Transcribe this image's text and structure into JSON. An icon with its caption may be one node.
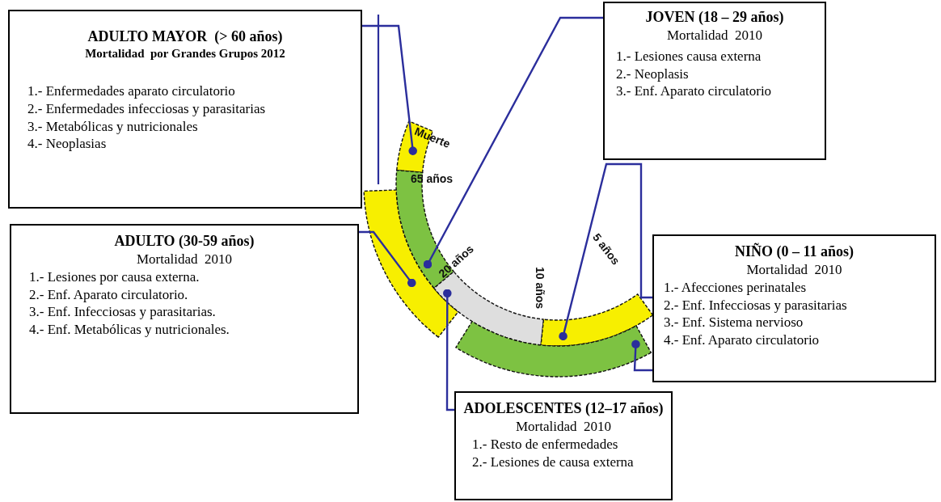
{
  "diagram": {
    "nodes": [
      {
        "text": [
          "ADULTO MAYOR  (> 60 años)",
          "Mortalidad  por Grandes Grupos 2012",
          "1.- Enfermedades aparato circulatorio",
          "2.- Enfermedades infecciosas y parasitarias",
          "3.- Metabólicas y nutricionales",
          "4.- Neoplasias"
        ]
      },
      {
        "text": [
          "JOVEN (18 – 29 años)",
          "Mortalidad  2010",
          "1.- Lesiones causa externa",
          "2.- Neoplasis",
          "3.- Enf. Aparato circulatorio"
        ]
      },
      {
        "text": [
          "ADULTO (30-59 años)",
          "Mortalidad  2010",
          "1.- Lesiones por causa externa.",
          "2.- Enf. Aparato circulatorio.",
          "3.- Enf. Infecciosas y parasitarias.",
          "4.- Enf. Metabólicas y nutricionales."
        ]
      },
      {
        "text": [
          "NIÑO (0 – 11 años)",
          "Mortalidad  2010",
          "1.- Afecciones perinatales",
          "2.- Enf. Infecciosas y parasitarias",
          "3.- Enf. Sistema nervioso",
          "4.- Enf. Aparato circulatorio"
        ]
      },
      {
        "text": [
          "ADOLESCENTES (12–17 años)",
          "Mortalidad  2010",
          "1.- Resto de enfermedades",
          "2.- Lesiones de causa externa"
        ]
      },
      {
        "text": [],
        "shape": "band"
      },
      {
        "text": [],
        "shape": "band"
      },
      {
        "text": [],
        "shape": "band"
      },
      {
        "text": [],
        "shape": "band"
      },
      {
        "text": [],
        "shape": "band"
      },
      {
        "text": [],
        "shape": "band"
      }
    ],
    "edges": [
      {
        "from": 0,
        "to": 5,
        "arrow": "other"
      },
      {
        "from": 1,
        "to": 6,
        "arrow": "other"
      },
      {
        "from": 2,
        "to": 7,
        "arrow": "other"
      },
      {
        "from": 4,
        "to": 8,
        "arrow": "other"
      },
      {
        "from": 3,
        "to": 9,
        "arrow": "other"
      },
      {
        "from": 3,
        "to": 10,
        "arrow": "other"
      }
    ],
    "labels": [
      "Muerte",
      "65 años",
      "20 años",
      "10 años",
      "5 años"
    ]
  }
}
